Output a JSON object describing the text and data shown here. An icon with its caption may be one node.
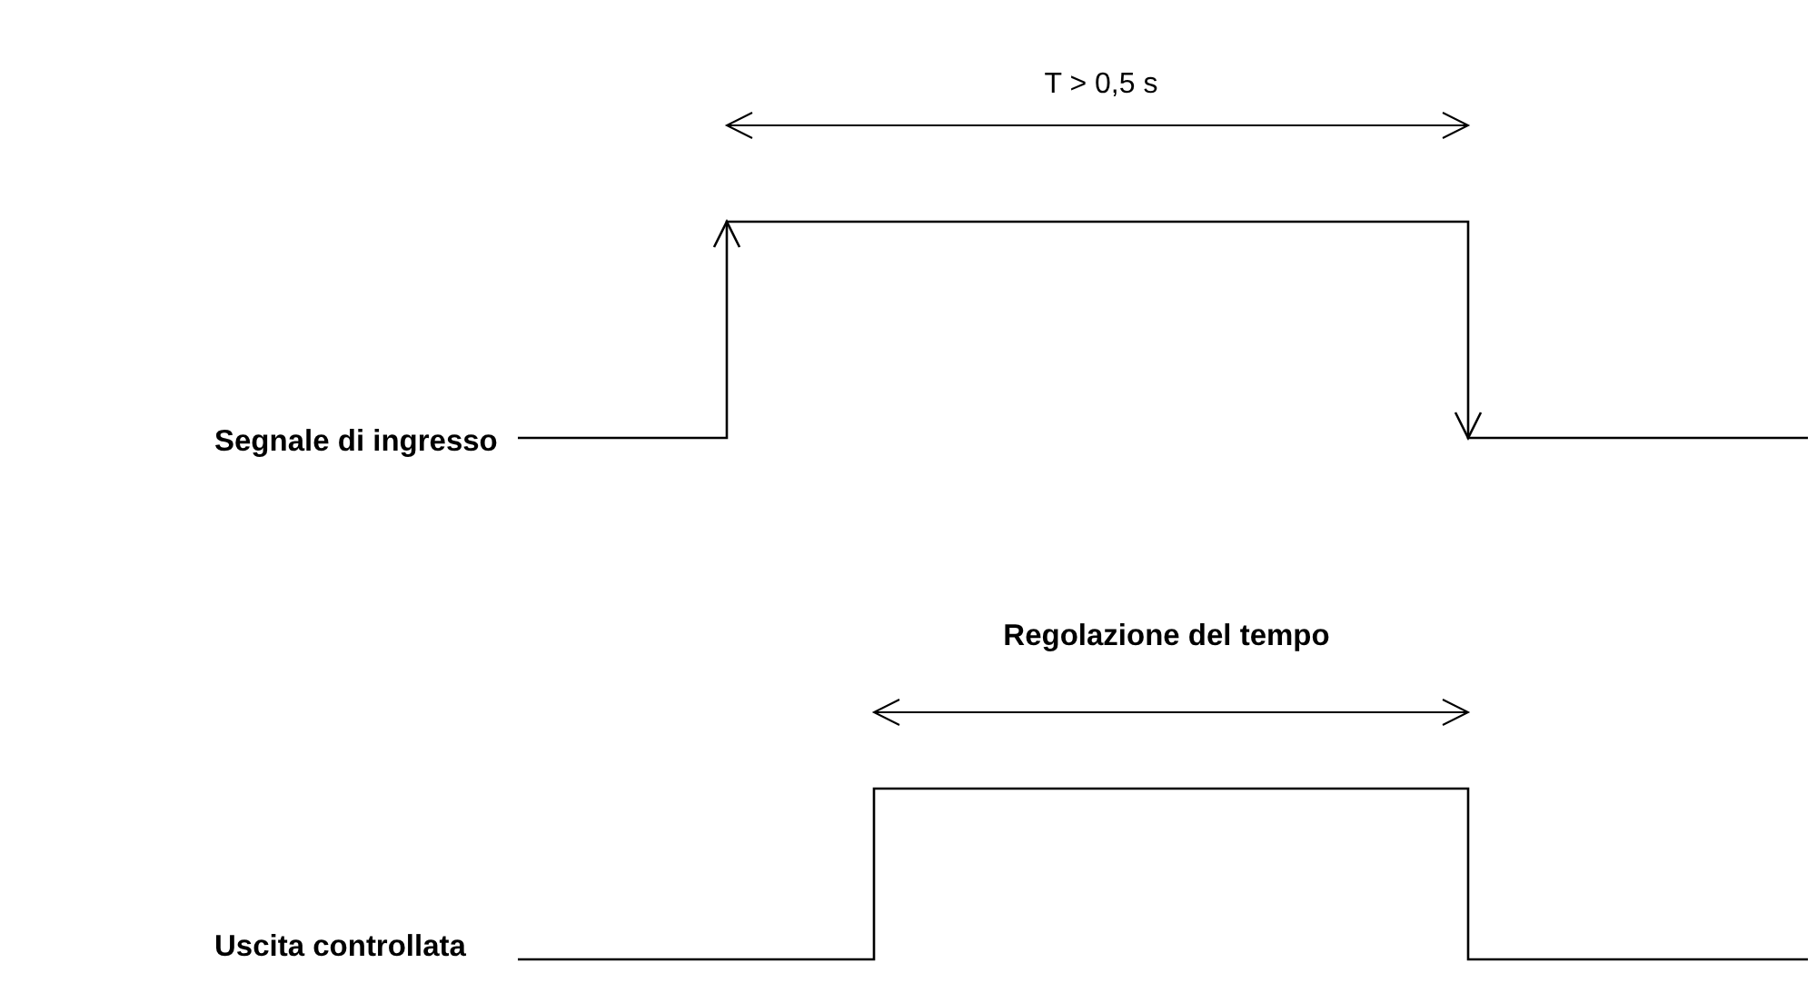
{
  "diagram": {
    "labels": [
      "T > 0,5 s",
      "Segnale di ingresso",
      "Regolazione del tempo",
      "Uscita controllata"
    ]
  }
}
